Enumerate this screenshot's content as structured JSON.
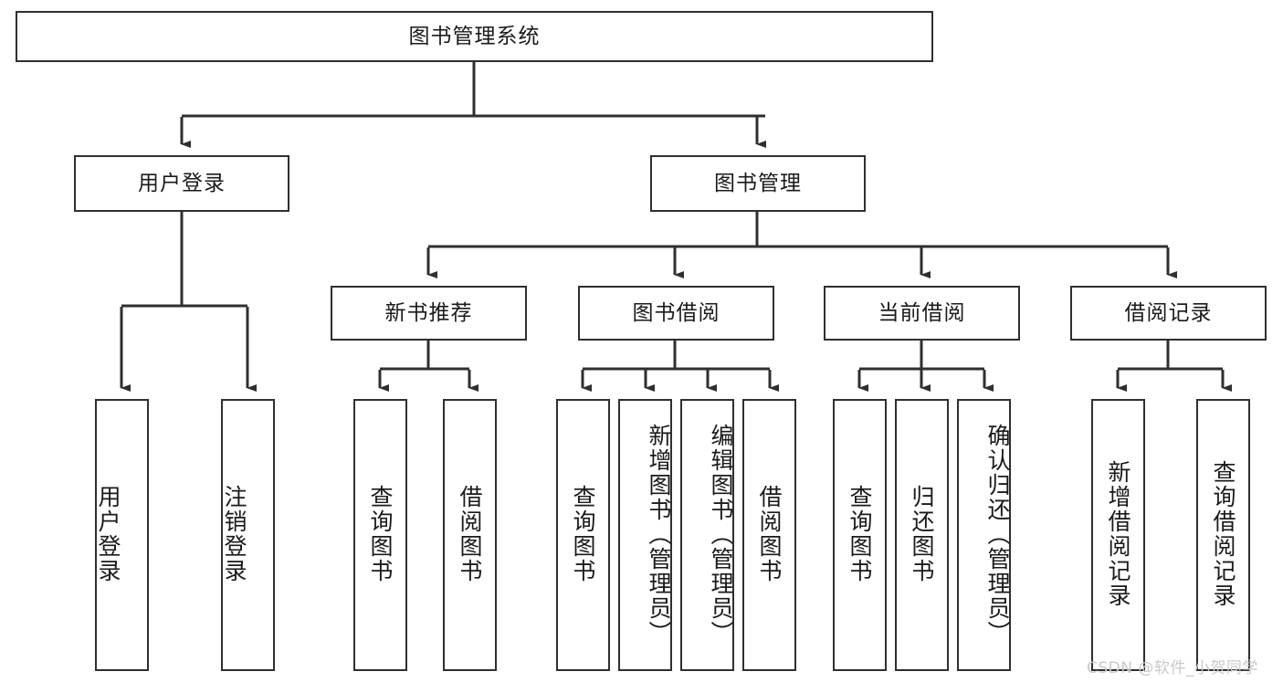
{
  "diagram": {
    "type": "tree",
    "title": "图书管理系统",
    "watermark": "CSDN @软件_小贺同学",
    "colors": {
      "box_border": "#2f2f2f",
      "box_fill": "#ffffff",
      "edge": "#2f2f2f",
      "text": "#1a1a1a",
      "watermark": "#c9c9c9",
      "background": "#ffffff"
    }
  },
  "nodes": {
    "root": {
      "label": "图书管理系统"
    },
    "level2": [
      {
        "id": "user-login",
        "label": "用户登录"
      },
      {
        "id": "book-manage",
        "label": "图书管理"
      }
    ],
    "level3": [
      {
        "id": "new-book-recommend",
        "label": "新书推荐"
      },
      {
        "id": "book-borrow",
        "label": "图书借阅"
      },
      {
        "id": "current-borrow",
        "label": "当前借阅"
      },
      {
        "id": "borrow-record",
        "label": "借阅记录"
      }
    ],
    "leaves": {
      "user_login": [
        {
          "id": "leaf-user-login",
          "label": "用户登录"
        },
        {
          "id": "leaf-logout-login",
          "label": "注销登录"
        }
      ],
      "new_book_recommend": [
        {
          "id": "leaf-query-book-1",
          "label": "查询图书"
        },
        {
          "id": "leaf-borrow-book-1",
          "label": "借阅图书"
        }
      ],
      "book_borrow": [
        {
          "id": "leaf-query-book-2",
          "label": "查询图书"
        },
        {
          "id": "leaf-add-book",
          "label": "新增图书（管理员）"
        },
        {
          "id": "leaf-edit-book",
          "label": "编辑图书（管理员）"
        },
        {
          "id": "leaf-borrow-book-2",
          "label": "借阅图书"
        }
      ],
      "current_borrow": [
        {
          "id": "leaf-query-book-3",
          "label": "查询图书"
        },
        {
          "id": "leaf-return-book",
          "label": "归还图书"
        },
        {
          "id": "leaf-confirm-return",
          "label": "确认归还（管理员）"
        }
      ],
      "borrow_record": [
        {
          "id": "leaf-add-record",
          "label": "新增借阅记录"
        },
        {
          "id": "leaf-query-record",
          "label": "查询借阅记录"
        }
      ]
    }
  }
}
